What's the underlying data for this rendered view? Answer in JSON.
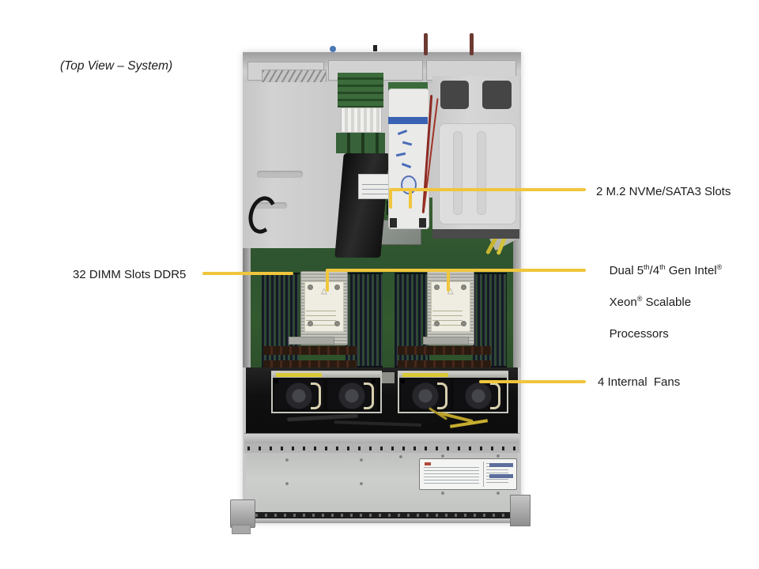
{
  "figure": {
    "title": "(Top View – System)",
    "description": "Top view photo of a 2U rackmount server with chassis cover removed"
  },
  "callouts": {
    "m2": {
      "label": "2 M.2 NVMe/SATA3 Slots"
    },
    "dimm": {
      "label": "32 DIMM Slots DDR5"
    },
    "cpu": {
      "line1_a": "Dual 5",
      "line1_sup1": "th",
      "line1_b": "/4",
      "line1_sup2": "th",
      "line1_c": " Gen Intel",
      "line1_sup3": "®",
      "line2_a": "Xeon",
      "line2_sup": "®",
      "line2_b": " Scalable",
      "line3": "Processors"
    },
    "fans": {
      "label": "4 Internal  Fans"
    }
  },
  "colors": {
    "background": "#ffffff",
    "label-text": "#1c1c1c",
    "callout-line": "#EFC63C",
    "chassis-silver": "#c8c8c8",
    "board-green": "#2e5430"
  }
}
